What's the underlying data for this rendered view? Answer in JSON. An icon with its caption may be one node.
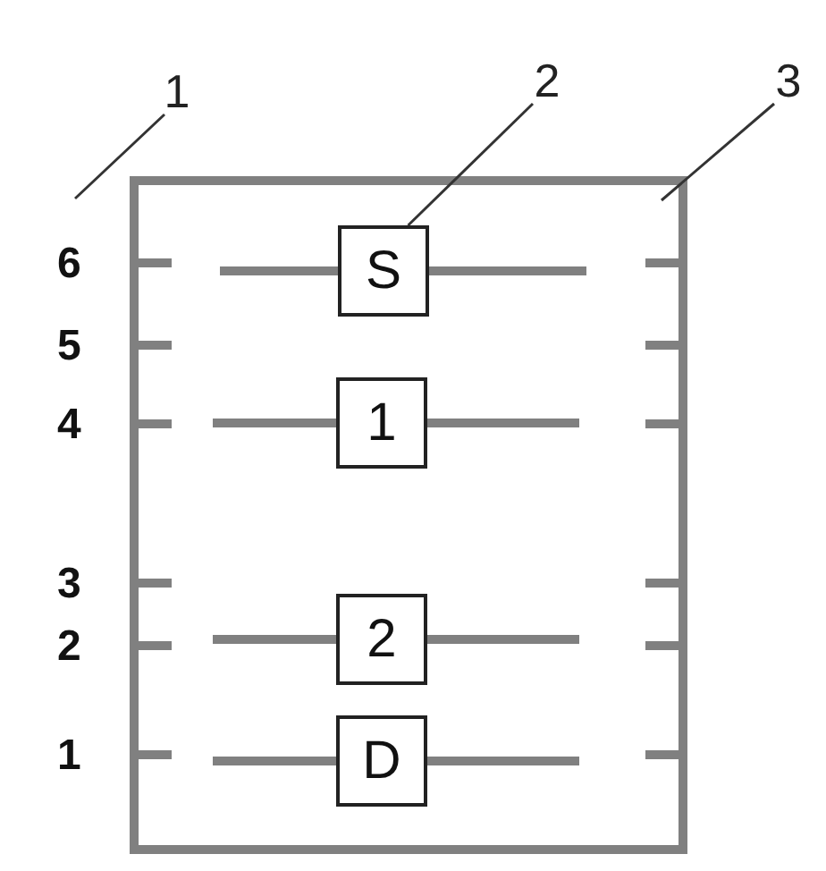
{
  "diagram": {
    "nodes": [
      {
        "text": [
          "1"
        ]
      },
      {
        "text": [
          "2"
        ]
      },
      {
        "text": [
          "3"
        ]
      },
      {
        "text": [
          "S"
        ]
      },
      {
        "text": [
          "1"
        ]
      },
      {
        "text": [
          "2"
        ]
      },
      {
        "text": [
          "D"
        ]
      }
    ],
    "edges": [
      {
        "from": 0,
        "to": null,
        "arrow": "none"
      },
      {
        "from": 1,
        "to": 3,
        "arrow": "none"
      },
      {
        "from": 2,
        "to": null,
        "arrow": "none"
      }
    ],
    "labels": [
      "6",
      "5",
      "4",
      "3",
      "2",
      "1"
    ]
  }
}
